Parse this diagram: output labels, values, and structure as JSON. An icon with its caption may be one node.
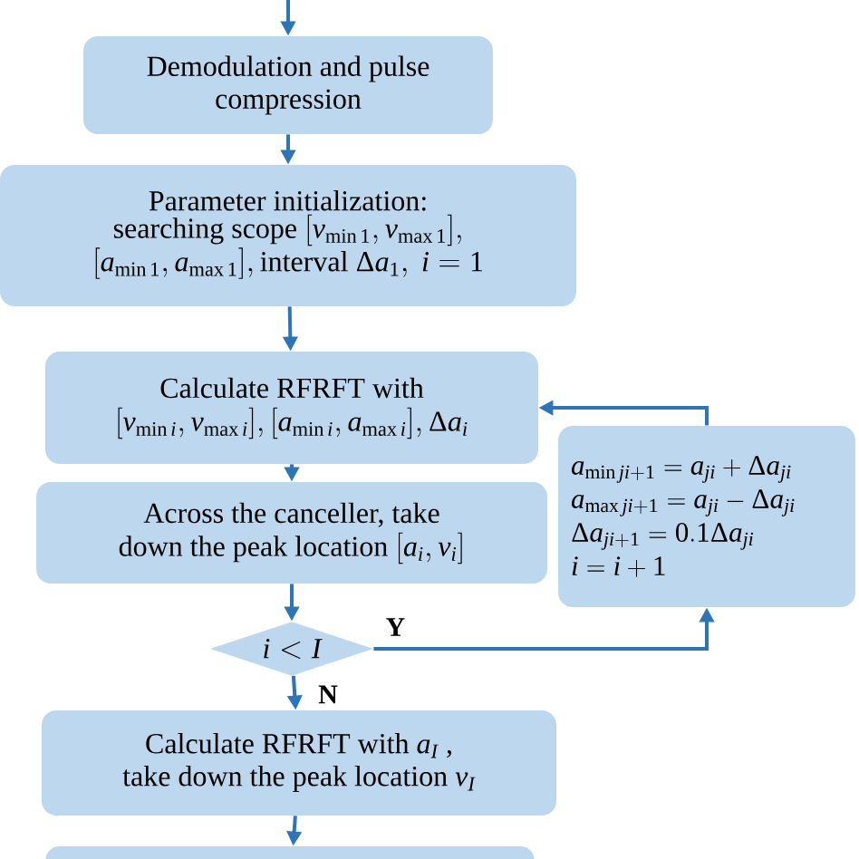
{
  "diagram": {
    "nodes": [
      {
        "text": [
          "Demodulation and pulse compression"
        ]
      },
      {
        "text": [
          "Parameter initialization:",
          "\\begin{array}{c}\\text{searching scope }[v_{\\min 1}, v_{\\max 1}],\\\\ {}[a_{\\min 1}, a_{\\max 1}],\\text{interval }\\Delta a_1,\\ i=1\\end{array}"
        ]
      },
      {
        "text": [
          "\\begin{array}{c}\\text{Calculate RFRFT with}\\\\ {}[v_{\\min i}, v_{\\max i}], [a_{\\min i}, a_{\\max i}], \\Delta a_i\\end{array}"
        ]
      },
      {
        "text": [
          "\\begin{array}{c}\\text{Across the canceller, take}\\\\ \\text{down the peak location }[a_i, v_i]\\end{array}"
        ]
      },
      {
        "text": [
          "a_{\\min ji+1} = a_{ji} + \\Delta a_{ji}",
          "a_{\\max ji+1} = a_{ji} - \\Delta a_{ji}",
          "\\Delta a_{ji+1} = 0.1\\Delta a_{ji}",
          "i = i + 1"
        ]
      },
      {
        "text": [
          "i < I"
        ]
      },
      {
        "text": [
          "\\begin{array}{c}\\text{Calculate RFRFT with } a_I\\text{ ,}\\\\ \\text{take down the peak location } v_I\\end{array}"
        ]
      },
      {
        "text": [],
        "shape": "box"
      }
    ],
    "edges": [
      {
        "from": null,
        "to": 0,
        "arrow": "to"
      },
      {
        "from": 0,
        "to": 1,
        "arrow": "to"
      },
      {
        "from": 1,
        "to": 2,
        "arrow": "to"
      },
      {
        "from": 2,
        "to": 3,
        "arrow": "to"
      },
      {
        "from": 3,
        "to": 5,
        "arrow": "to"
      },
      {
        "from": 5,
        "to": 4,
        "arrow": "to",
        "label": "Y"
      },
      {
        "from": 4,
        "to": 2,
        "arrow": "to"
      },
      {
        "from": 5,
        "to": 6,
        "arrow": "to",
        "label": "N"
      },
      {
        "from": 6,
        "to": 7,
        "arrow": "to"
      }
    ]
  }
}
